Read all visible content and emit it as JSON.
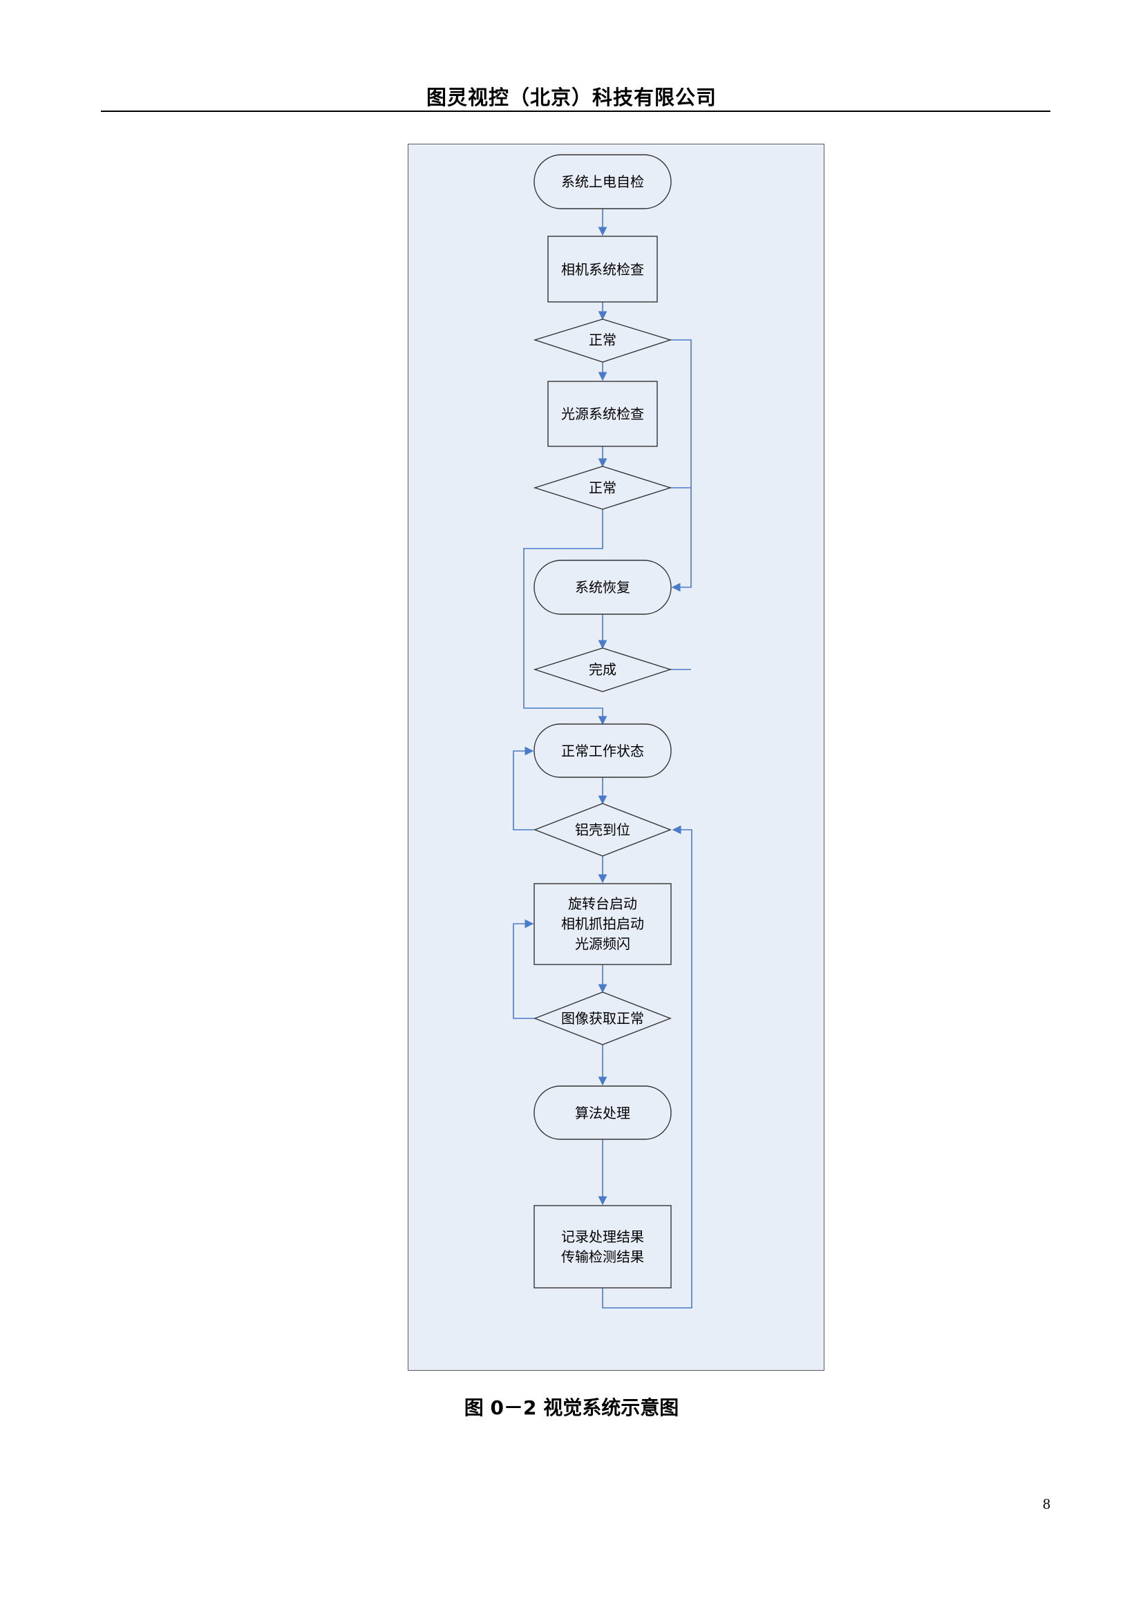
{
  "header": {
    "title": "图灵视控（北京）科技有限公司"
  },
  "diagram": {
    "nodes": {
      "power_on_self_test": "系统上电自检",
      "camera_check": "相机系统检查",
      "decision_normal_1": "正常",
      "light_check": "光源系统检查",
      "decision_normal_2": "正常",
      "system_recovery": "系统恢复",
      "decision_complete": "完成",
      "normal_working": "正常工作状态",
      "decision_shell_in_place": "铝壳到位",
      "rotate_capture": [
        "旋转台启动",
        "相机抓拍启动",
        "光源频闪"
      ],
      "decision_image_ok": "图像获取正常",
      "algorithm": "算法处理",
      "record_transmit": [
        "记录处理结果",
        "传输检测结果"
      ]
    },
    "colors": {
      "panel": "#e8eef8",
      "arrow": "#4a7bc8",
      "border": "#333333"
    }
  },
  "caption": "图  0－2 视觉系统示意图",
  "page_number": "8"
}
